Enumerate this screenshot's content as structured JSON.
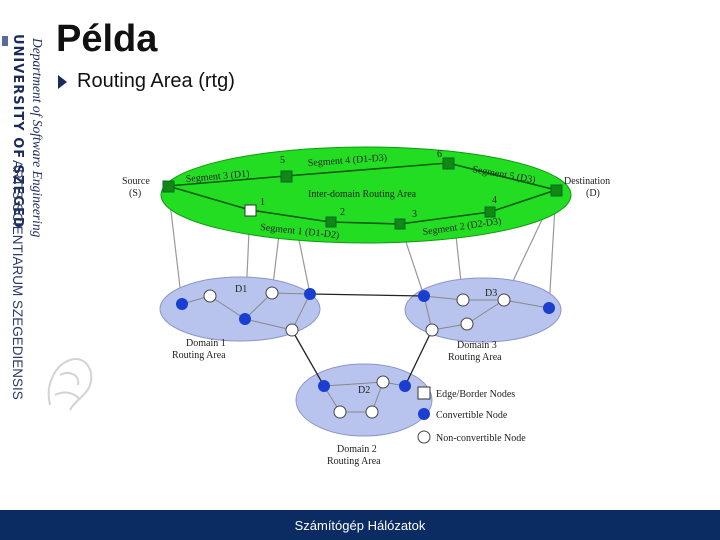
{
  "sidebar": {
    "university": "UNIVERSITY OF SZEGED",
    "motto": "ARTIS SCIENTIARUM SZEGEDIENSIS",
    "department": "Department of Software Engineering"
  },
  "slide": {
    "title": "Példa",
    "bullet": "Routing Area (rtg)"
  },
  "diagram": {
    "labels": {
      "source_line1": "Source",
      "source_line2": "(S)",
      "dest_line1": "Destination",
      "dest_line2": "(D)",
      "inter": "Inter-domain Routing Area",
      "seg1": "Segment 1 (D1-D2)",
      "seg2": "Segment 2 (D2-D3)",
      "seg3": "Segment 3 (D1)",
      "seg4": "Segment 4 (D1-D3)",
      "seg5": "Segment 5 (D3)",
      "n1": "1",
      "n2": "2",
      "n3": "3",
      "n4": "4",
      "n5": "5",
      "n6": "6",
      "d1": "D1",
      "d2": "D2",
      "d3": "D3",
      "dom1_line1": "Domain 1",
      "dom1_line2": "Routing Area",
      "dom2_line1": "Domain 2",
      "dom2_line2": "Routing Area",
      "dom3_line1": "Domain 3",
      "dom3_line2": "Routing Area"
    },
    "legend": {
      "edge": "Edge/Border Nodes",
      "convertible": "Convertible Node",
      "nonconvertible": "Non-convertible Node"
    },
    "colors": {
      "inter_area": "#22dd22",
      "domain_area": "#b8c4ee",
      "convertible_node": "#1a3fd0",
      "edge_node": "#118811"
    }
  },
  "footer": {
    "text": "Számítógép Hálózatok"
  }
}
